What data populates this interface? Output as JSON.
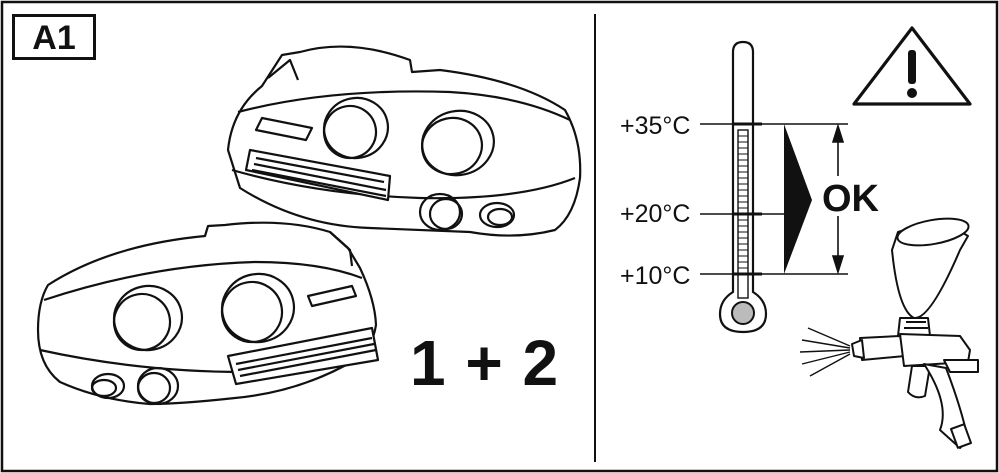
{
  "step_label": "A1",
  "parts_label": "1 + 2",
  "temperature": {
    "marks": [
      "+35°C",
      "+20°C",
      "+10°C"
    ],
    "ok_label": "OK"
  },
  "icons": {
    "warning": "warning-triangle-icon",
    "thermometer": "thermometer-icon",
    "spray_gun": "spray-gun-icon"
  },
  "colors": {
    "ink": "#111111",
    "paper": "#ffffff"
  }
}
